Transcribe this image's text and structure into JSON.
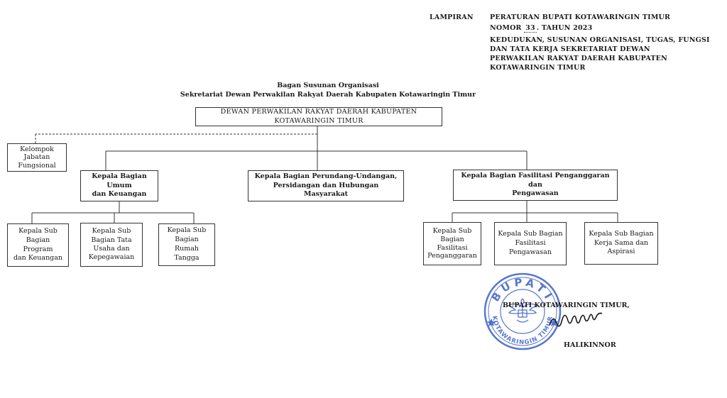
{
  "header": {
    "lampiran_label": "LAMPIRAN",
    "line1": "PERATURAN BUPATI KOTAWARINGIN TIMUR",
    "nomor_prefix": "NOMOR",
    "nomor_value": "33",
    "nomor_suffix": "TAHUN  2023",
    "subject": [
      "KEDUDUKAN, SUSUNAN ORGANISASI, TUGAS, FUNGSI",
      "DAN TATA KERJA SEKRETARIAT DEWAN",
      "PERWAKILAN RAKYAT DAERAH KABUPATEN",
      "KOTAWARINGIN TIMUR"
    ]
  },
  "chart_title": {
    "line1": "Bagan Susunan Organisasi",
    "line2": "Sekretariat Dewan Perwakilan Rakyat Daerah Kabupaten Kotawaringin Timur"
  },
  "org": {
    "top": [
      "DEWAN PERWAKILAN RAKYAT DAERAH KABUPATEN",
      "KOTAWARINGIN TIMUR"
    ],
    "kelompok": [
      "Kelompok",
      "Jabatan",
      "Fungsional"
    ],
    "bagian_umum": [
      "Kepala Bagian Umum",
      "dan Keuangan"
    ],
    "bagian_perundang": [
      "Kepala Bagian Perundang-Undangan,",
      "Persidangan dan Hubungan Masyarakat"
    ],
    "bagian_fasilitasi": [
      "Kepala Bagian Fasilitasi Penganggaran dan",
      "Pengawasan"
    ],
    "sub_program": [
      "Kepala Sub",
      "Bagian Program",
      "dan Keuangan"
    ],
    "sub_tata_usaha": [
      "Kepala Sub",
      "Bagian Tata",
      "Usaha dan",
      "Kepegawaian"
    ],
    "sub_rumah_tangga": [
      "Kepala Sub",
      "Bagian Rumah",
      "Tangga"
    ],
    "sub_penganggaran": [
      "Kepala Sub",
      "Bagian",
      "Fasilitasi",
      "Penganggaran"
    ],
    "sub_pengawasan": [
      "Kepala Sub Bagian",
      "Fasilitasi",
      "Pengawasan"
    ],
    "sub_kerjasama": [
      "Kepala Sub Bagian",
      "Kerja Sama dan",
      "Aspirasi"
    ]
  },
  "signature": {
    "title": "BUPATI KOTAWARINGIN TIMUR,",
    "name": "HALIKINNOR"
  },
  "stamp": {
    "top_text": "BUPATI",
    "bottom_text": "KOTAWARINGIN TIMUR",
    "color": "#3b5fc4"
  }
}
